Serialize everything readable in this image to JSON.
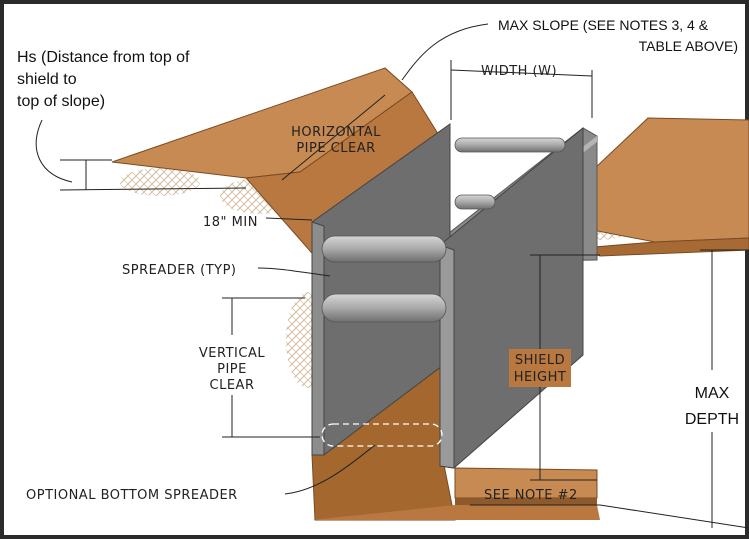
{
  "labels": {
    "hs_line1": "Hs (Distance from top of",
    "hs_line2": "shield to",
    "hs_line3": "top of slope)",
    "max_slope_line1": "MAX SLOPE (SEE NOTES 3, 4 &",
    "max_slope_line2": "TABLE ABOVE)",
    "width": "WIDTH (W)",
    "horizontal_line1": "HORIZONTAL",
    "horizontal_line2": "PIPE CLEAR",
    "min_18": "18\" MIN",
    "spreader": "SPREADER (TYP)",
    "vertical_line1": "VERTICAL",
    "vertical_line2": "PIPE",
    "vertical_line3": "CLEAR",
    "shield_line1": "SHIELD",
    "shield_line2": "HEIGHT",
    "max_line1": "MAX",
    "max_line2": "DEPTH",
    "optional_bottom": "OPTIONAL BOTTOM SPREADER",
    "see_note": "SEE NOTE #2"
  },
  "colors": {
    "soil_top": "#c68a52",
    "soil_face": "#b9783f",
    "soil_dark": "#8e5a2c",
    "shield_panel": "#6e6e6e",
    "shield_edge": "#9a9a9a",
    "spreader": "#a8a8a8",
    "background": "#ffffff",
    "frame": "#2b2b2b"
  }
}
